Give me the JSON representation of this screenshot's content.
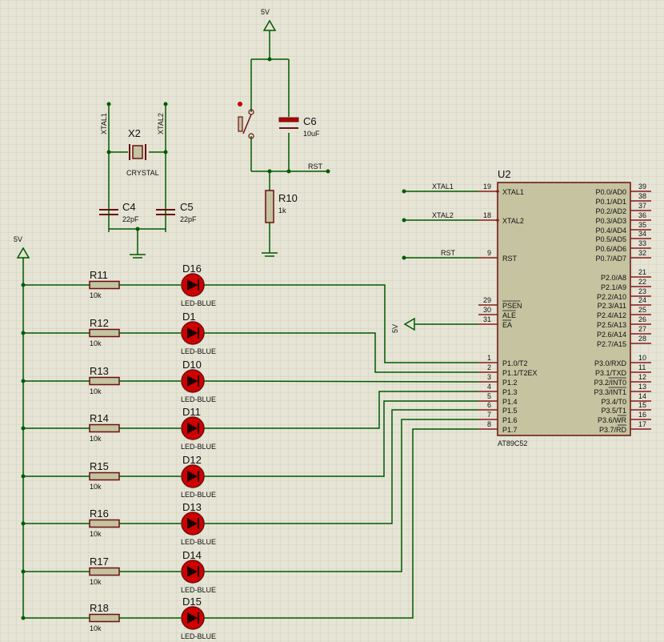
{
  "power": {
    "top": "5V",
    "left": "5V",
    "ea": "5V"
  },
  "crystal": {
    "ref": "X2",
    "value": "CRYSTAL",
    "net_left": "XTAL1",
    "net_right": "XTAL2"
  },
  "caps": [
    {
      "ref": "C4",
      "value": "22pF"
    },
    {
      "ref": "C5",
      "value": "22pF"
    },
    {
      "ref": "C6",
      "value": "10uF"
    }
  ],
  "reset": {
    "ref": "R10",
    "value": "1k",
    "net": "RST"
  },
  "mcu": {
    "ref": "U2",
    "part": "AT89C52",
    "left_pins": [
      {
        "name": "XTAL1",
        "num": "19",
        "net": "XTAL1"
      },
      {
        "name": "XTAL2",
        "num": "18",
        "net": "XTAL2"
      },
      {
        "name": "RST",
        "num": "9",
        "net": "RST"
      },
      {
        "name": "PSEN",
        "num": "29"
      },
      {
        "name": "ALE",
        "num": "30"
      },
      {
        "name": "EA",
        "num": "31"
      },
      {
        "name": "P1.0/T2",
        "num": "1"
      },
      {
        "name": "P1.1/T2EX",
        "num": "2"
      },
      {
        "name": "P1.2",
        "num": "3"
      },
      {
        "name": "P1.3",
        "num": "4"
      },
      {
        "name": "P1.4",
        "num": "5"
      },
      {
        "name": "P1.5",
        "num": "6"
      },
      {
        "name": "P1.6",
        "num": "7"
      },
      {
        "name": "P1.7",
        "num": "8"
      }
    ],
    "right_pins": [
      {
        "name": "P0.0/AD0",
        "num": "39"
      },
      {
        "name": "P0.1/AD1",
        "num": "38"
      },
      {
        "name": "P0.2/AD2",
        "num": "37"
      },
      {
        "name": "P0.3/AD3",
        "num": "36"
      },
      {
        "name": "P0.4/AD4",
        "num": "35"
      },
      {
        "name": "P0.5/AD5",
        "num": "34"
      },
      {
        "name": "P0.6/AD6",
        "num": "33"
      },
      {
        "name": "P0.7/AD7",
        "num": "32"
      },
      {
        "name": "P2.0/A8",
        "num": "21"
      },
      {
        "name": "P2.1/A9",
        "num": "22"
      },
      {
        "name": "P2.2/A10",
        "num": "23"
      },
      {
        "name": "P2.3/A11",
        "num": "24"
      },
      {
        "name": "P2.4/A12",
        "num": "25"
      },
      {
        "name": "P2.5/A13",
        "num": "26"
      },
      {
        "name": "P2.6/A14",
        "num": "27"
      },
      {
        "name": "P2.7/A15",
        "num": "28"
      },
      {
        "name": "P3.0/RXD",
        "num": "10"
      },
      {
        "name": "P3.1/TXD",
        "num": "11"
      },
      {
        "name": "P3.2/INT0",
        "num": "12"
      },
      {
        "name": "P3.3/INT1",
        "num": "13"
      },
      {
        "name": "P3.4/T0",
        "num": "14"
      },
      {
        "name": "P3.5/T1",
        "num": "15"
      },
      {
        "name": "P3.6/WR",
        "num": "16"
      },
      {
        "name": "P3.7/RD",
        "num": "17"
      }
    ]
  },
  "led_rows": [
    {
      "res": "R11",
      "res_val": "10k",
      "led": "D16",
      "led_val": "LED-BLUE"
    },
    {
      "res": "R12",
      "res_val": "10k",
      "led": "D1",
      "led_val": "LED-BLUE"
    },
    {
      "res": "R13",
      "res_val": "10k",
      "led": "D10",
      "led_val": "LED-BLUE"
    },
    {
      "res": "R14",
      "res_val": "10k",
      "led": "D11",
      "led_val": "LED-BLUE"
    },
    {
      "res": "R15",
      "res_val": "10k",
      "led": "D12",
      "led_val": "LED-BLUE"
    },
    {
      "res": "R16",
      "res_val": "10k",
      "led": "D13",
      "led_val": "LED-BLUE"
    },
    {
      "res": "R17",
      "res_val": "10k",
      "led": "D14",
      "led_val": "LED-BLUE"
    },
    {
      "res": "R18",
      "res_val": "10k",
      "led": "D15",
      "led_val": "LED-BLUE"
    }
  ],
  "colors": {
    "wire": "#005a00",
    "body": "#c5c3a0",
    "outline": "#6a1010",
    "pin": "#8a1a1a",
    "led": "#d00000",
    "grid": "#d3d2c2"
  }
}
